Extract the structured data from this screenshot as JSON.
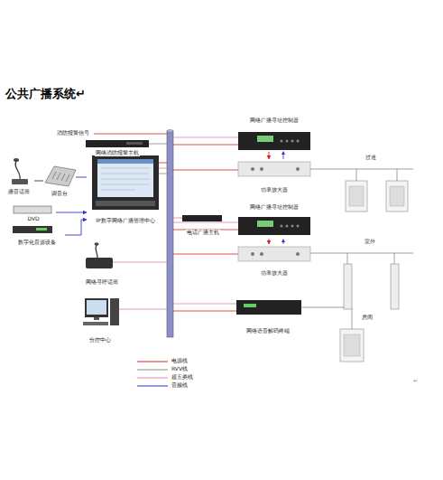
{
  "diagram": {
    "title": "公共广播系统↵",
    "nodes": [
      {
        "text": [
          "网络消防报警主机"
        ]
      },
      {
        "text": [
          "播音话筒"
        ]
      },
      {
        "text": [
          "调音台"
        ]
      },
      {
        "text": [
          "IP数字网络广播管理中心"
        ]
      },
      {
        "text": [
          "DVD"
        ]
      },
      {
        "text": [
          "数字化音源设备"
        ]
      },
      {
        "text": [
          "电话广播主机"
        ]
      },
      {
        "text": [
          "网络寻呼话筒"
        ]
      },
      {
        "text": [
          "分控中心"
        ]
      },
      {
        "text": [
          "网络广播寻址控制器"
        ]
      },
      {
        "text": [
          "功率放大器"
        ]
      },
      {
        "text": [
          "网络广播寻址控制器"
        ]
      },
      {
        "text": [
          "功率放大器"
        ]
      },
      {
        "text": [
          "网络语音解码终端"
        ]
      }
    ],
    "edges": [
      {
        "from": 1,
        "to": 2,
        "arrow": "none"
      },
      {
        "from": 2,
        "to": 3,
        "arrow": "none"
      },
      {
        "from": 4,
        "to": 3,
        "arrow": "to"
      },
      {
        "from": 5,
        "to": 3,
        "arrow": "to"
      },
      {
        "from": 9,
        "to": 10,
        "arrow": "to"
      },
      {
        "from": 11,
        "to": 12,
        "arrow": "to"
      }
    ],
    "labels": [
      "消防报警信号",
      "过道",
      "室外",
      "房间",
      "↵"
    ],
    "legend": [
      {
        "text": "电源线"
      },
      {
        "text": "RVV线"
      },
      {
        "text": "超五类线"
      },
      {
        "text": "音频线"
      }
    ]
  }
}
